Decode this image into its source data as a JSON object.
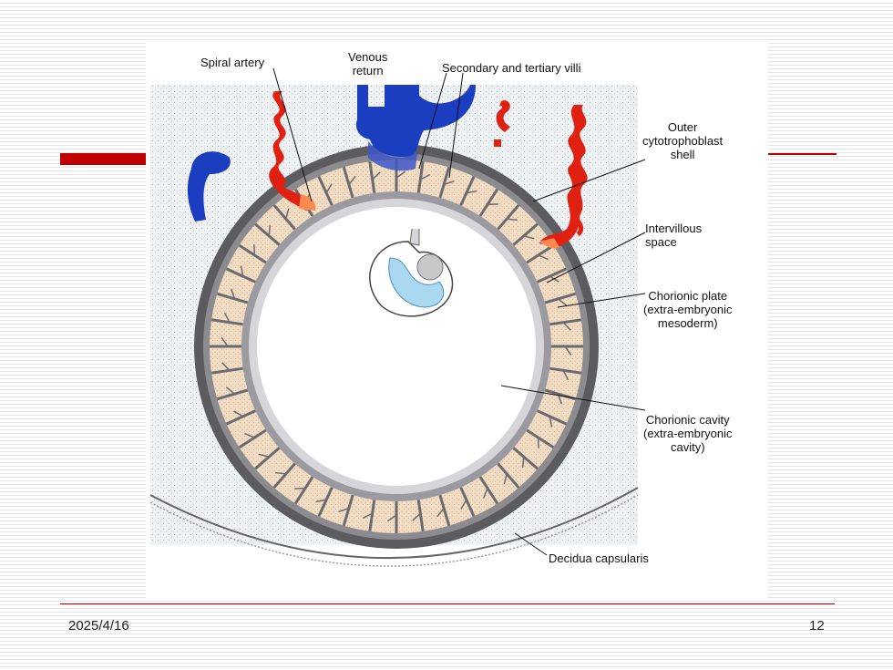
{
  "diagram": {
    "labels": {
      "spiral_artery": "Spiral artery",
      "venous_return": "Venous\nreturn",
      "villi": "Secondary and tertiary villi",
      "shell": "Outer\ncytotrophoblast\nshell",
      "intervillous": "Intervillous\nspace",
      "chorionic_plate": "Chorionic plate\n(extra-embryonic\nmesoderm)",
      "chorionic_cavity": "Chorionic cavity\n(extra-embryonic\ncavity)",
      "decidua": "Decidua capsularis"
    },
    "colors": {
      "artery": "#e02010",
      "vein": "#1b3dbf",
      "amnion": "#a9d8f0",
      "villi": "#f1dcc4",
      "decidua": "#eef2f4"
    }
  },
  "footer": {
    "date": "2025/4/16",
    "page": "12"
  },
  "theme": {
    "accent": "#c00000"
  }
}
